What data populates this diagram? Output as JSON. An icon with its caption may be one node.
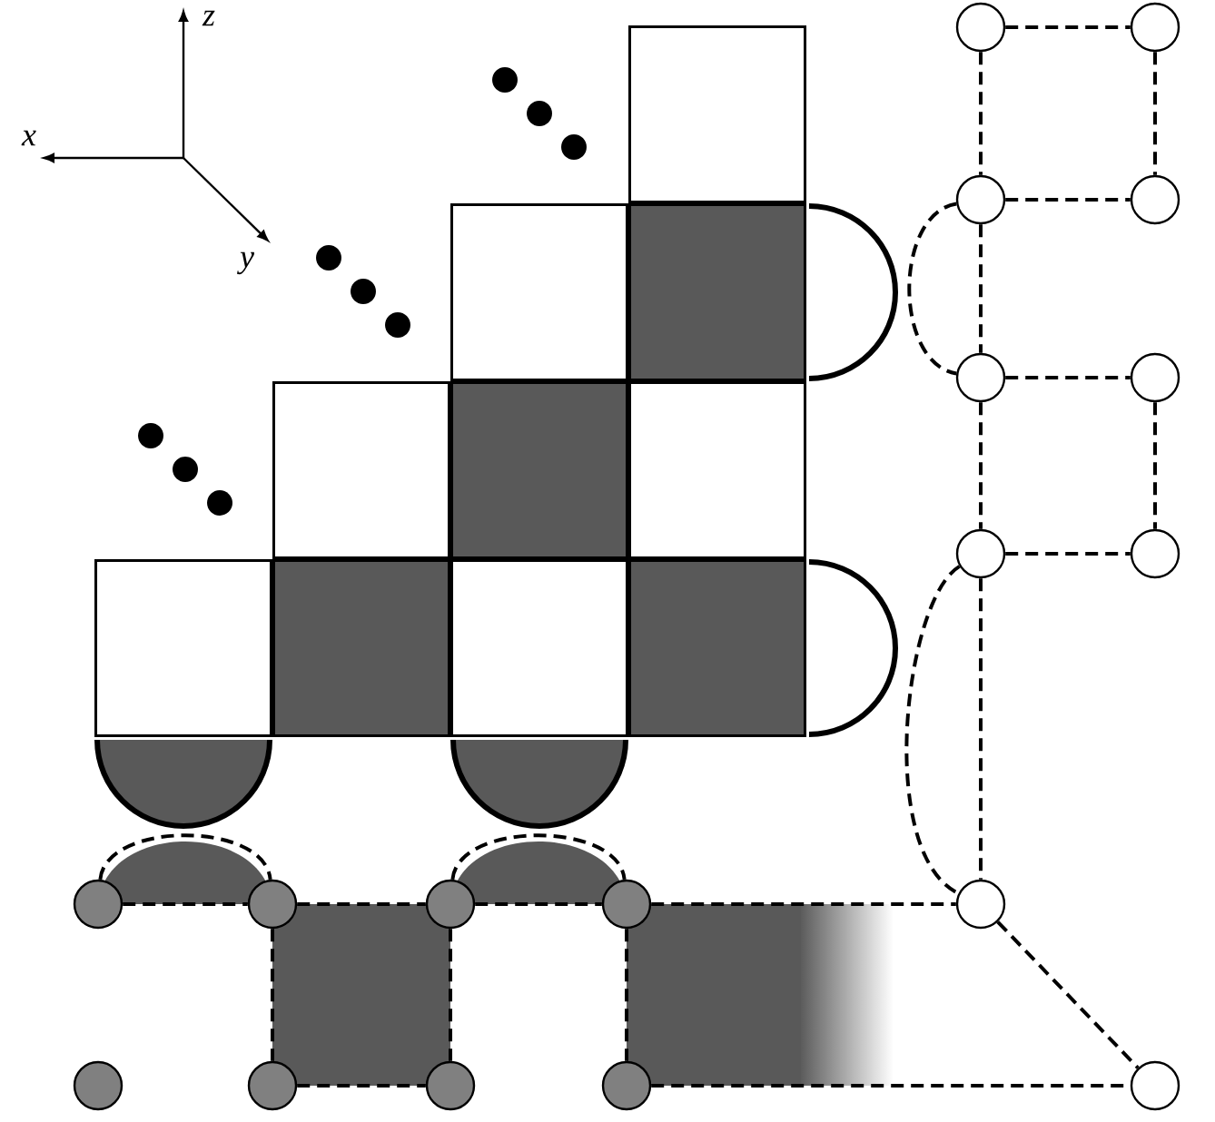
{
  "diagram": {
    "nodes": [
      {
        "text": [],
        "shape": "circle"
      },
      {
        "text": [],
        "shape": "circle"
      },
      {
        "text": [],
        "shape": "circle"
      },
      {
        "text": [],
        "shape": "circle"
      },
      {
        "text": [],
        "shape": "circle"
      },
      {
        "text": [],
        "shape": "circle"
      },
      {
        "text": [],
        "shape": "circle"
      },
      {
        "text": [],
        "shape": "circle"
      },
      {
        "text": [],
        "shape": "circle"
      },
      {
        "text": [],
        "shape": "circle"
      },
      {
        "text": [],
        "shape": "circle"
      },
      {
        "text": [],
        "shape": "circle"
      },
      {
        "text": [],
        "shape": "circle"
      },
      {
        "text": [],
        "shape": "circle"
      },
      {
        "text": [],
        "shape": "circle"
      },
      {
        "text": [],
        "shape": "circle"
      },
      {
        "text": [],
        "shape": "circle"
      },
      {
        "text": [],
        "shape": "circle"
      },
      {
        "text": [],
        "shape": "box"
      },
      {
        "text": [],
        "shape": "box"
      },
      {
        "text": [],
        "shape": "box"
      },
      {
        "text": [],
        "shape": "box"
      },
      {
        "text": [],
        "shape": "box"
      },
      {
        "text": [],
        "shape": "box"
      },
      {
        "text": [],
        "shape": "box"
      },
      {
        "text": [],
        "shape": "box"
      },
      {
        "text": [],
        "shape": "box"
      },
      {
        "text": [],
        "shape": "box"
      },
      {
        "text": [],
        "shape": "semicircle"
      },
      {
        "text": [],
        "shape": "semicircle"
      },
      {
        "text": [],
        "shape": "semicircle"
      },
      {
        "text": [],
        "shape": "semicircle"
      }
    ],
    "edges": [
      {
        "from": 0,
        "to": 1,
        "arrow": "none"
      },
      {
        "from": 0,
        "to": 2,
        "arrow": "none"
      },
      {
        "from": 1,
        "to": 3,
        "arrow": "none"
      },
      {
        "from": 2,
        "to": 3,
        "arrow": "none"
      },
      {
        "from": 2,
        "to": 4,
        "arrow": "none"
      },
      {
        "from": 2,
        "to": 4,
        "arrow": "none"
      },
      {
        "from": 4,
        "to": 5,
        "arrow": "none"
      },
      {
        "from": 4,
        "to": 6,
        "arrow": "none"
      },
      {
        "from": 5,
        "to": 7,
        "arrow": "none"
      },
      {
        "from": 6,
        "to": 7,
        "arrow": "none"
      },
      {
        "from": 6,
        "to": 8,
        "arrow": "none"
      },
      {
        "from": 6,
        "to": 8,
        "arrow": "none"
      },
      {
        "from": 8,
        "to": 9,
        "arrow": "none"
      },
      {
        "from": 10,
        "to": 11,
        "arrow": "none"
      },
      {
        "from": 10,
        "to": 11,
        "arrow": "none"
      },
      {
        "from": 11,
        "to": 12,
        "arrow": "none"
      },
      {
        "from": 12,
        "to": 13,
        "arrow": "none"
      },
      {
        "from": 12,
        "to": 13,
        "arrow": "none"
      },
      {
        "from": 13,
        "to": 8,
        "arrow": "none"
      },
      {
        "from": 11,
        "to": 15,
        "arrow": "none"
      },
      {
        "from": 12,
        "to": 16,
        "arrow": "none"
      },
      {
        "from": 15,
        "to": 16,
        "arrow": "none"
      },
      {
        "from": 13,
        "to": 17,
        "arrow": "none"
      },
      {
        "from": 17,
        "to": 9,
        "arrow": "none"
      }
    ],
    "labels": [
      "z",
      "x",
      "y"
    ]
  }
}
